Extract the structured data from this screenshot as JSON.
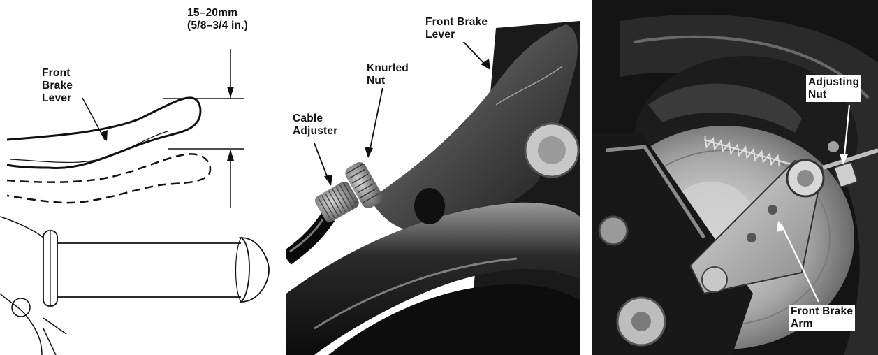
{
  "diagram": {
    "label_front_brake_lever": "Front\nBrake\nLever",
    "label_play_range": "15–20mm\n(5/8–3/4 in.)"
  },
  "photo_lever": {
    "label_front_brake_lever": "Front Brake\nLever",
    "label_knurled_nut": "Knurled\nNut",
    "label_cable_adjuster": "Cable\nAdjuster"
  },
  "photo_brake": {
    "label_adjusting_nut": "Adjusting\nNut",
    "label_front_brake_arm": "Front Brake\nArm"
  },
  "colors": {
    "ink": "#111111",
    "photo_dark": "#141414",
    "photo_mid": "#6e6e6e",
    "photo_light": "#cfcfcf"
  }
}
